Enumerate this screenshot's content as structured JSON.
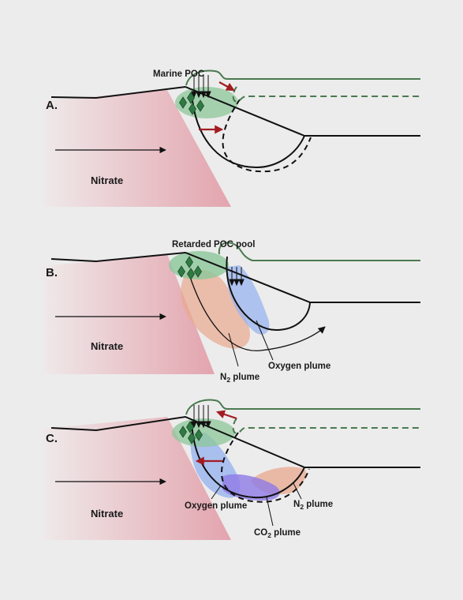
{
  "panels": [
    {
      "id": "A",
      "letter": "A.",
      "labels": {
        "marine_poc": "Marine POC",
        "nitrate": "Nitrate"
      }
    },
    {
      "id": "B",
      "letter": "B.",
      "labels": {
        "retarded_poc_pool": "Retarded POC pool",
        "nitrate": "Nitrate",
        "oxygen_plume": "Oxygen plume",
        "n2_plume_main": "N",
        "n2_plume_sub": "2",
        "n2_plume_rest": " plume"
      }
    },
    {
      "id": "C",
      "letter": "C.",
      "labels": {
        "nitrate": "Nitrate",
        "oxygen_plume": "Oxygen plume",
        "n2_plume_main": "N",
        "n2_plume_sub": "2",
        "n2_plume_rest": " plume",
        "co2_plume_main": "CO",
        "co2_plume_sub": "2",
        "co2_plume_rest": " plume"
      }
    }
  ],
  "colors": {
    "background": "#ececec",
    "nitrate_gradient_start": "#efe9e9",
    "nitrate_gradient_end": "#e3a4ae",
    "poc_green": "#8cc79a",
    "poc_diamond": "#2f7a43",
    "oxygen_blue": "#98b4ef",
    "co2_purple": "#8e7be6",
    "n2_salmon": "#eaa88f",
    "arrow_red": "#a11c22",
    "line_green": "#4a7a50"
  }
}
